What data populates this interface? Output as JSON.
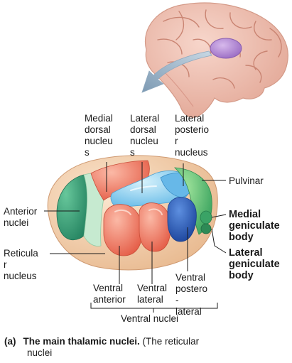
{
  "labels": {
    "medial_dorsal": [
      "Medial",
      "dorsal",
      "nucleu",
      "s"
    ],
    "lateral_dorsal": [
      "Lateral",
      "dorsal",
      "nucleu",
      "s"
    ],
    "lateral_posterior": [
      "Lateral",
      "posterio",
      "r",
      "nucleus"
    ],
    "pulvinar": "Pulvinar",
    "anterior": [
      "Anterior",
      "nuclei"
    ],
    "medial_geniculate": [
      "Medial",
      "geniculate",
      "body"
    ],
    "reticular": [
      "Reticula",
      "r",
      "nucleus"
    ],
    "lateral_geniculate": [
      "Lateral",
      "geniculate",
      "body"
    ],
    "ventral_anterior": [
      "Ventral",
      "anterior"
    ],
    "ventral_lateral": [
      "Ventral",
      "lateral"
    ],
    "ventral_posterolateral": [
      "Ventral",
      "postero",
      "-",
      "lateral"
    ],
    "ventral_nuclei": "Ventral nuclei"
  },
  "caption": {
    "letter": "(a)",
    "title": "The main thalamic nuclei.",
    "text_line1": " (The reticular",
    "text_line2": "nuclei"
  },
  "colors": {
    "brain": "#efc2b4",
    "brain_fold": "#d9998a",
    "thalamus_highlight": "#b28ad0",
    "arrow": "#9fb6c8",
    "outer_shell": "#f2d3b6",
    "anterior_green": "#2e9a74",
    "pale_green": "#bfe4c8",
    "pulvinar_green": "#3fb06a",
    "salmon": "#ee7a63",
    "light_blue": "#8fd3ee",
    "mid_blue": "#4aa3dd",
    "dark_blue": "#2456b5"
  }
}
